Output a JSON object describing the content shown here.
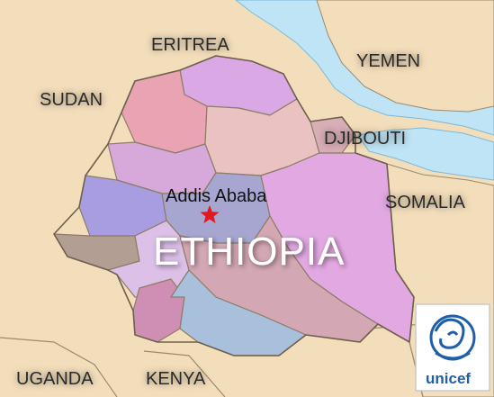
{
  "map": {
    "country": "ETHIOPIA",
    "capital": "Addis Ababa",
    "neighbors": {
      "eritrea": "ERITREA",
      "yemen": "YEMEN",
      "sudan": "SUDAN",
      "djibouti": "DJIBOUTI",
      "somalia": "SOMALIA",
      "uganda": "UGANDA",
      "kenya": "KENYA"
    },
    "capital_marker_color": "#e0191e",
    "colors": {
      "land": "#f3debb",
      "sea": "#bfe4f5",
      "border": "#7a6a55"
    }
  },
  "logo": {
    "text": "unicef",
    "color": "#1f5fa8"
  }
}
